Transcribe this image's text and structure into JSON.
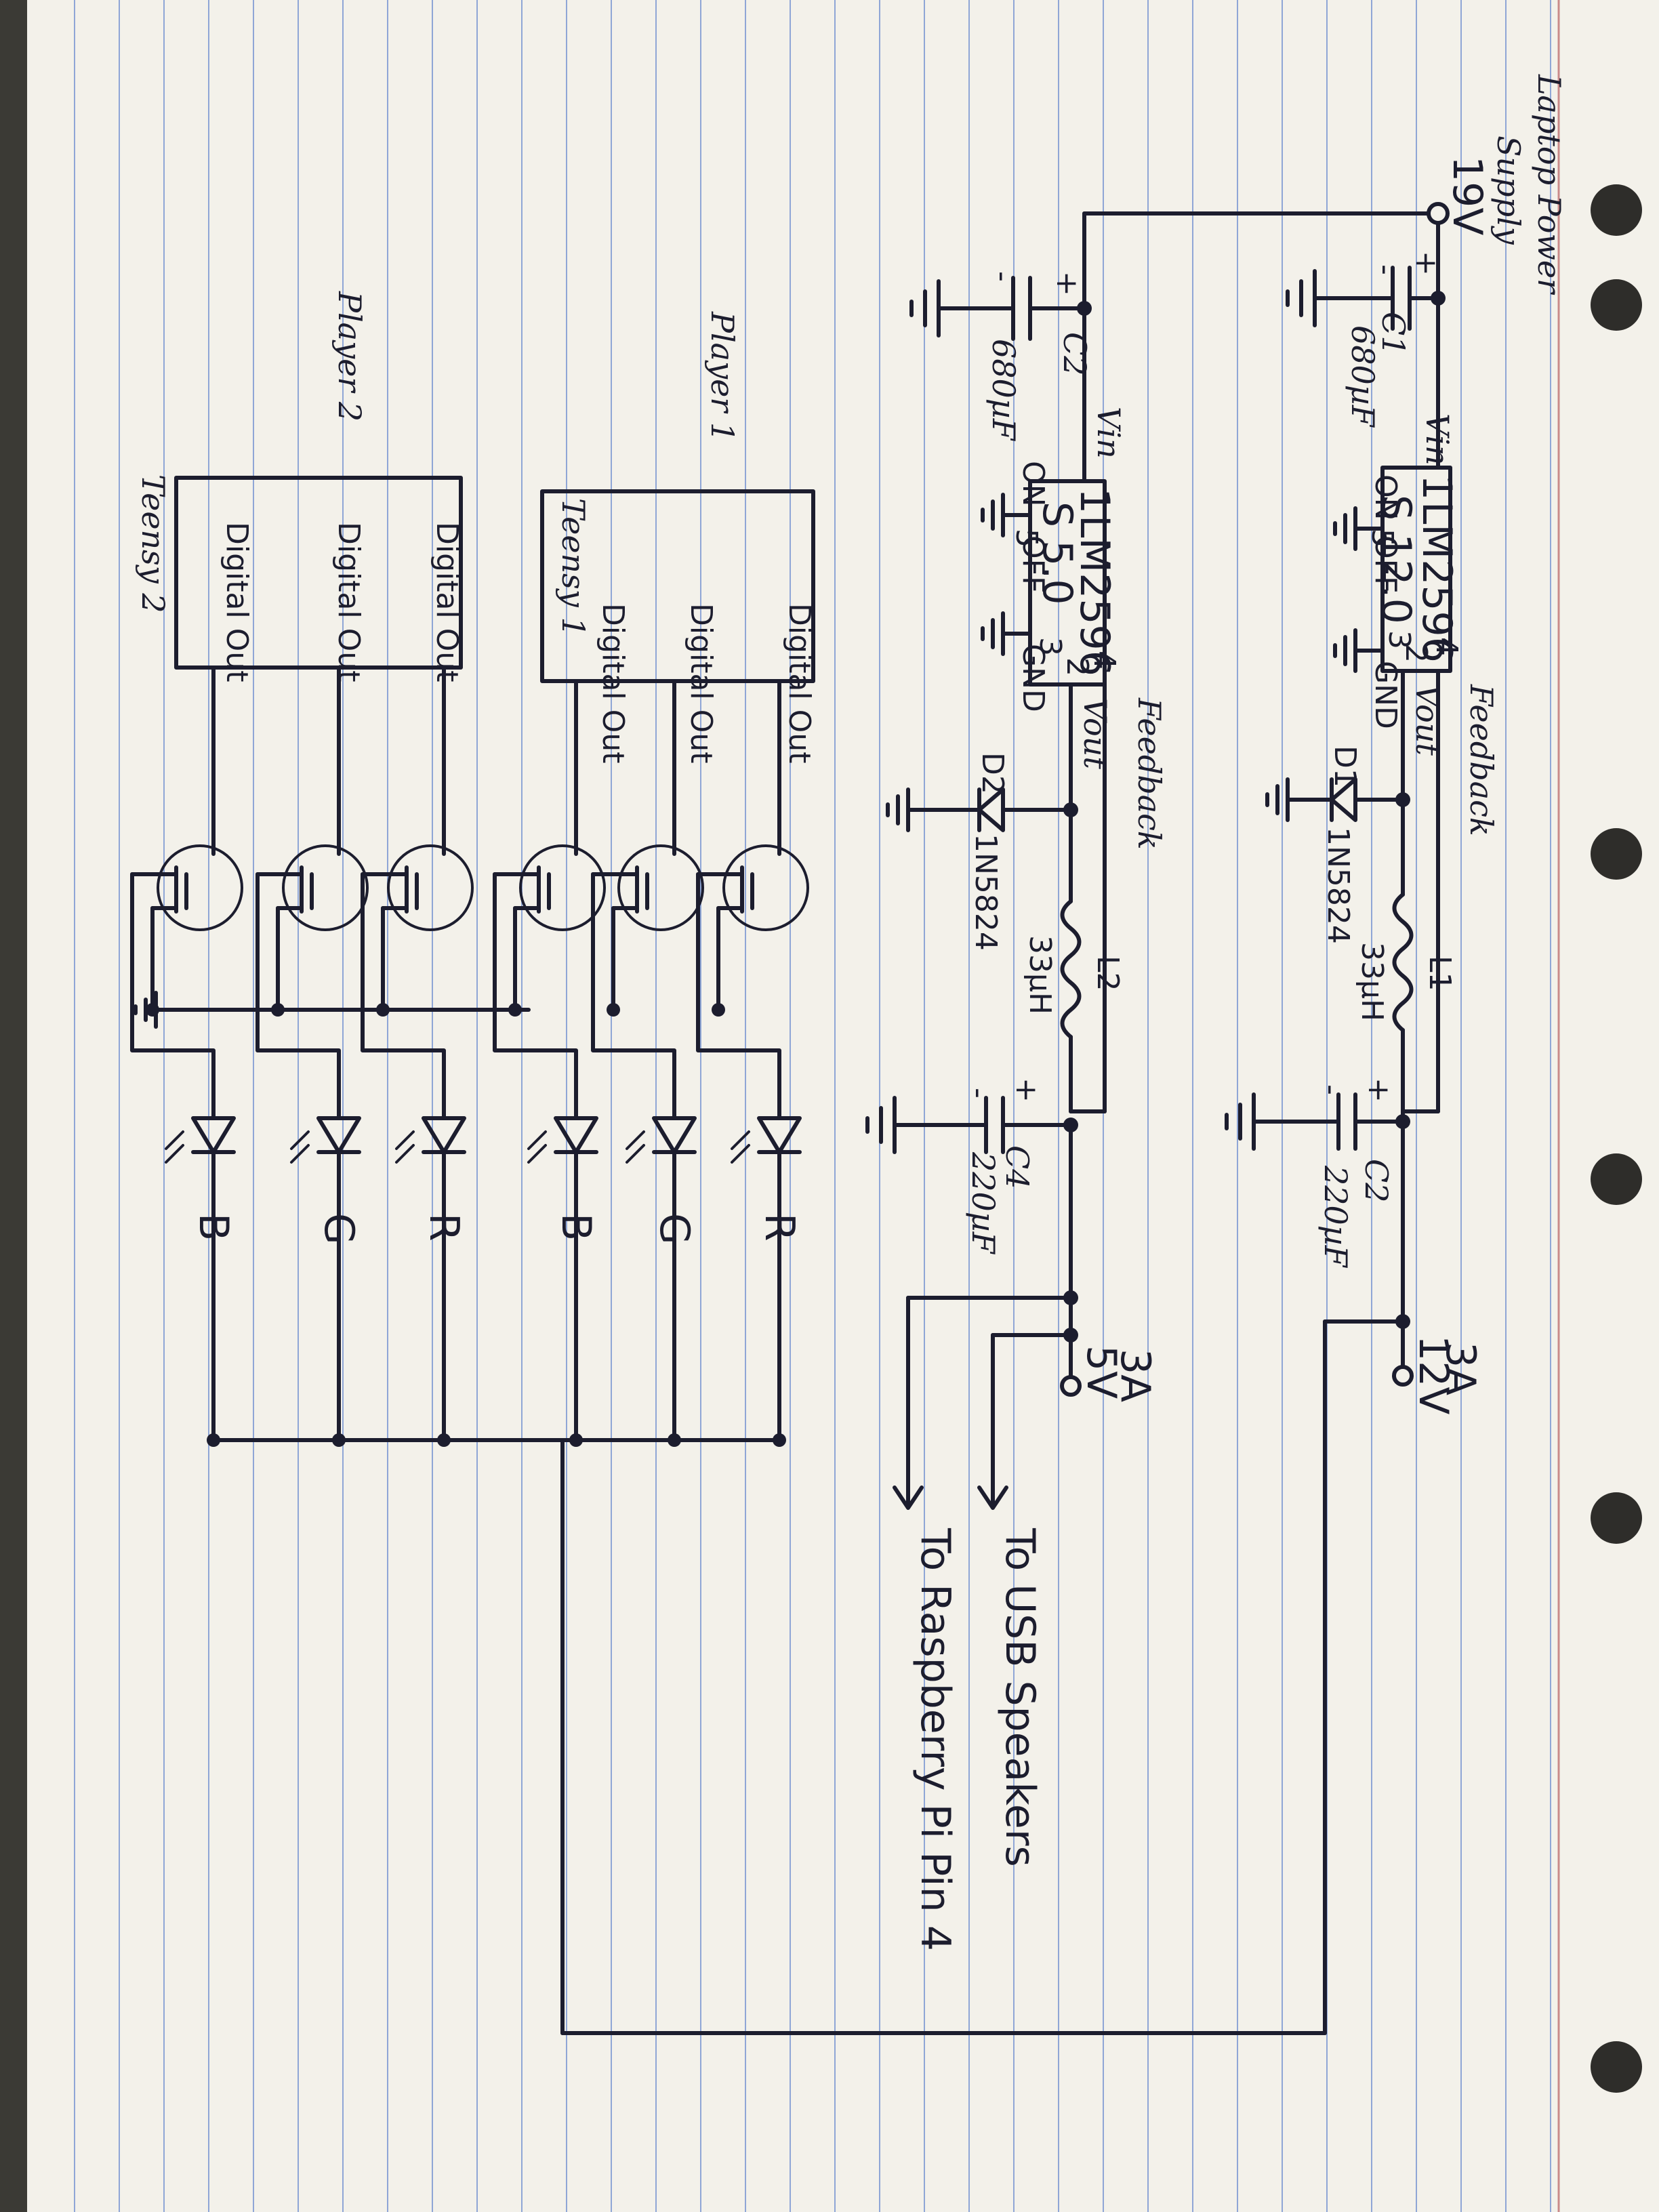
{
  "supply": {
    "label_line1": "Laptop Power",
    "label_line2": "Supply",
    "voltage": "19V"
  },
  "reg12": {
    "name": "LM2596",
    "variant": "S 12.0",
    "pin1": "1",
    "pin2": "2",
    "pin3": "3",
    "pin4": "4",
    "vin": "Vin",
    "vout": "Vout",
    "gnd": "GND",
    "feedback": "Feedback",
    "on": "ON",
    "off": "OFF",
    "pin5": "5",
    "c_in_name": "C1",
    "c_in_val": "680µF",
    "diode_name": "D1",
    "diode_val": "1N5824",
    "ind_name": "L1",
    "ind_val": "33µH",
    "c_out_name": "C2",
    "c_out_val": "220µF",
    "out_current": "3A",
    "out_voltage": "12V"
  },
  "reg5": {
    "name": "LM2596",
    "variant": "S 5.0",
    "pin1": "1",
    "pin2": "2",
    "pin3": "3",
    "pin4": "4",
    "pin5": "5",
    "vin": "Vin",
    "vout": "Vout",
    "gnd": "GND",
    "feedback": "Feedback",
    "on": "ON",
    "off": "OFF",
    "c_in_name": "C2",
    "c_in_val": "680µF",
    "diode_name": "D2",
    "diode_val": "1N5824",
    "ind_name": "L2",
    "ind_val": "33µH",
    "c_out_name": "C4",
    "c_out_val": "220µF",
    "out_current": "3A",
    "out_voltage": "5V"
  },
  "outputs": {
    "usb": "To USB Speakers",
    "pi": "To Raspberry Pi Pin 4"
  },
  "player1": {
    "title": "Player 1",
    "board": "Teensy 1",
    "pin_a": "Digital Out",
    "pin_b": "Digital Out",
    "pin_c": "Digital Out"
  },
  "player2": {
    "title": "Player 2",
    "board": "Teensy 2",
    "pin_a": "Digital Out",
    "pin_b": "Digital Out",
    "pin_c": "Digital Out"
  },
  "leds": {
    "r": "R",
    "g": "G",
    "b": "B"
  },
  "plus": "+",
  "minus": "-"
}
